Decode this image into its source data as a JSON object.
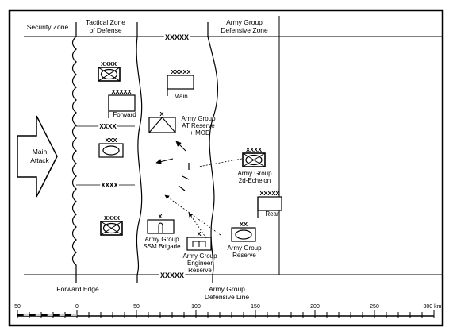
{
  "zones": {
    "security_zone": "Security Zone",
    "tactical_zone_line1": "Tactical Zone",
    "tactical_zone_line2": "of Defense",
    "army_group_zone_line1": "Army Group",
    "army_group_zone_line2": "Defensive Zone"
  },
  "boundaries": {
    "top_echelon": "XXXXX",
    "bottom_echelon": "XXXXX",
    "forward_edge": "Forward Edge",
    "defensive_line_line1": "Army Group",
    "defensive_line_line2": "Defensive Line"
  },
  "attack": {
    "label_line1": "Main",
    "label_line2": "Attack"
  },
  "unit_boundaries": {
    "upper": "XXXX",
    "lower": "XXXX"
  },
  "units": {
    "top_army_echelon": "XXXX",
    "forward_hq_echelon": "XXXXX",
    "forward_hq_label": "Forward",
    "main_hq_echelon": "XXXXX",
    "main_hq_label": "Main",
    "middle_unit_echelon": "XXX",
    "bottom_army_echelon": "XXXX",
    "at_reserve_echelon": "X",
    "at_reserve_line1": "Army Group",
    "at_reserve_line2": "AT Reserve",
    "at_reserve_line3": "+ MOD",
    "second_echelon_echelon": "XXXX",
    "second_echelon_line1": "Army Group",
    "second_echelon_line2": "2d-Echelon",
    "rear_hq_echelon": "XXXXX",
    "rear_hq_label": "Rear",
    "ssm_echelon": "X",
    "ssm_line1": "Army Group",
    "ssm_line2": "SSM Brigade",
    "engineer_echelon": "X",
    "engineer_line1": "Army Group",
    "engineer_line2": "Engineer",
    "engineer_line3": "Reserve",
    "reserve_echelon": "XX",
    "reserve_line1": "Army Group",
    "reserve_line2": "Reserve"
  },
  "scale": {
    "ticks": [
      "50",
      "0",
      "50",
      "100",
      "150",
      "200",
      "250",
      "300 km"
    ],
    "tick_values": [
      -50,
      0,
      50,
      100,
      150,
      200,
      250,
      300
    ]
  }
}
